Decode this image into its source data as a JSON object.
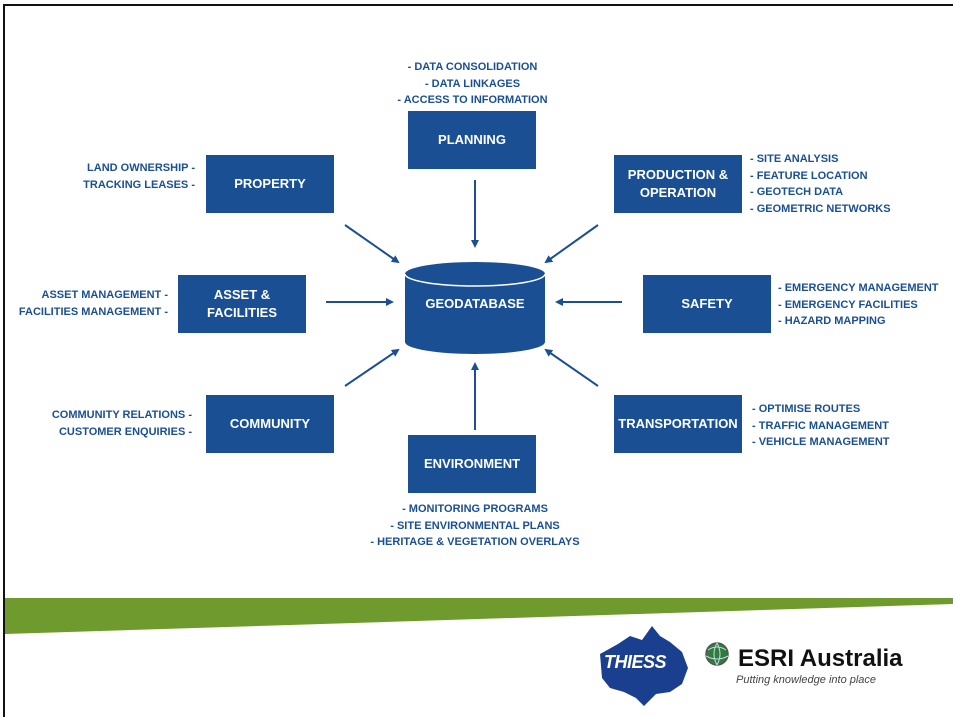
{
  "center": {
    "label": "GEODATABASE"
  },
  "nodes": {
    "planning": {
      "label": "PLANNING",
      "notes": [
        "- DATA CONSOLIDATION",
        "- DATA LINKAGES",
        "- ACCESS TO INFORMATION"
      ]
    },
    "property": {
      "label": "PROPERTY",
      "notes": [
        "LAND OWNERSHIP -",
        "TRACKING LEASES -"
      ]
    },
    "production": {
      "label": "PRODUCTION &\nOPERATION",
      "notes": [
        "- SITE ANALYSIS",
        "- FEATURE LOCATION",
        "- GEOTECH DATA",
        "- GEOMETRIC NETWORKS"
      ]
    },
    "asset": {
      "label": "ASSET &\nFACILITIES",
      "notes": [
        "ASSET MANAGEMENT -",
        "FACILITIES MANAGEMENT -"
      ]
    },
    "safety": {
      "label": "SAFETY",
      "notes": [
        "- EMERGENCY MANAGEMENT",
        "- EMERGENCY FACILITIES",
        "- HAZARD MAPPING"
      ]
    },
    "community": {
      "label": "COMMUNITY",
      "notes": [
        "COMMUNITY RELATIONS -",
        "CUSTOMER ENQUIRIES -"
      ]
    },
    "transportation": {
      "label": "TRANSPORTATION",
      "notes": [
        "- OPTIMISE ROUTES",
        "- TRAFFIC MANAGEMENT",
        "- VEHICLE MANAGEMENT"
      ]
    },
    "environment": {
      "label": "ENVIRONMENT",
      "notes": [
        "- MONITORING PROGRAMS",
        "- SITE ENVIRONMENTAL PLANS",
        "- HERITAGE & VEGETATION OVERLAYS"
      ]
    }
  },
  "logos": {
    "thiess": "THIESS",
    "esri_name": "ESRI Australia",
    "esri_tagline": "Putting knowledge into place"
  },
  "colors": {
    "box": "#1b4f93",
    "band_green": "#6f9a2e",
    "thiess_blue": "#1b3f8f"
  }
}
